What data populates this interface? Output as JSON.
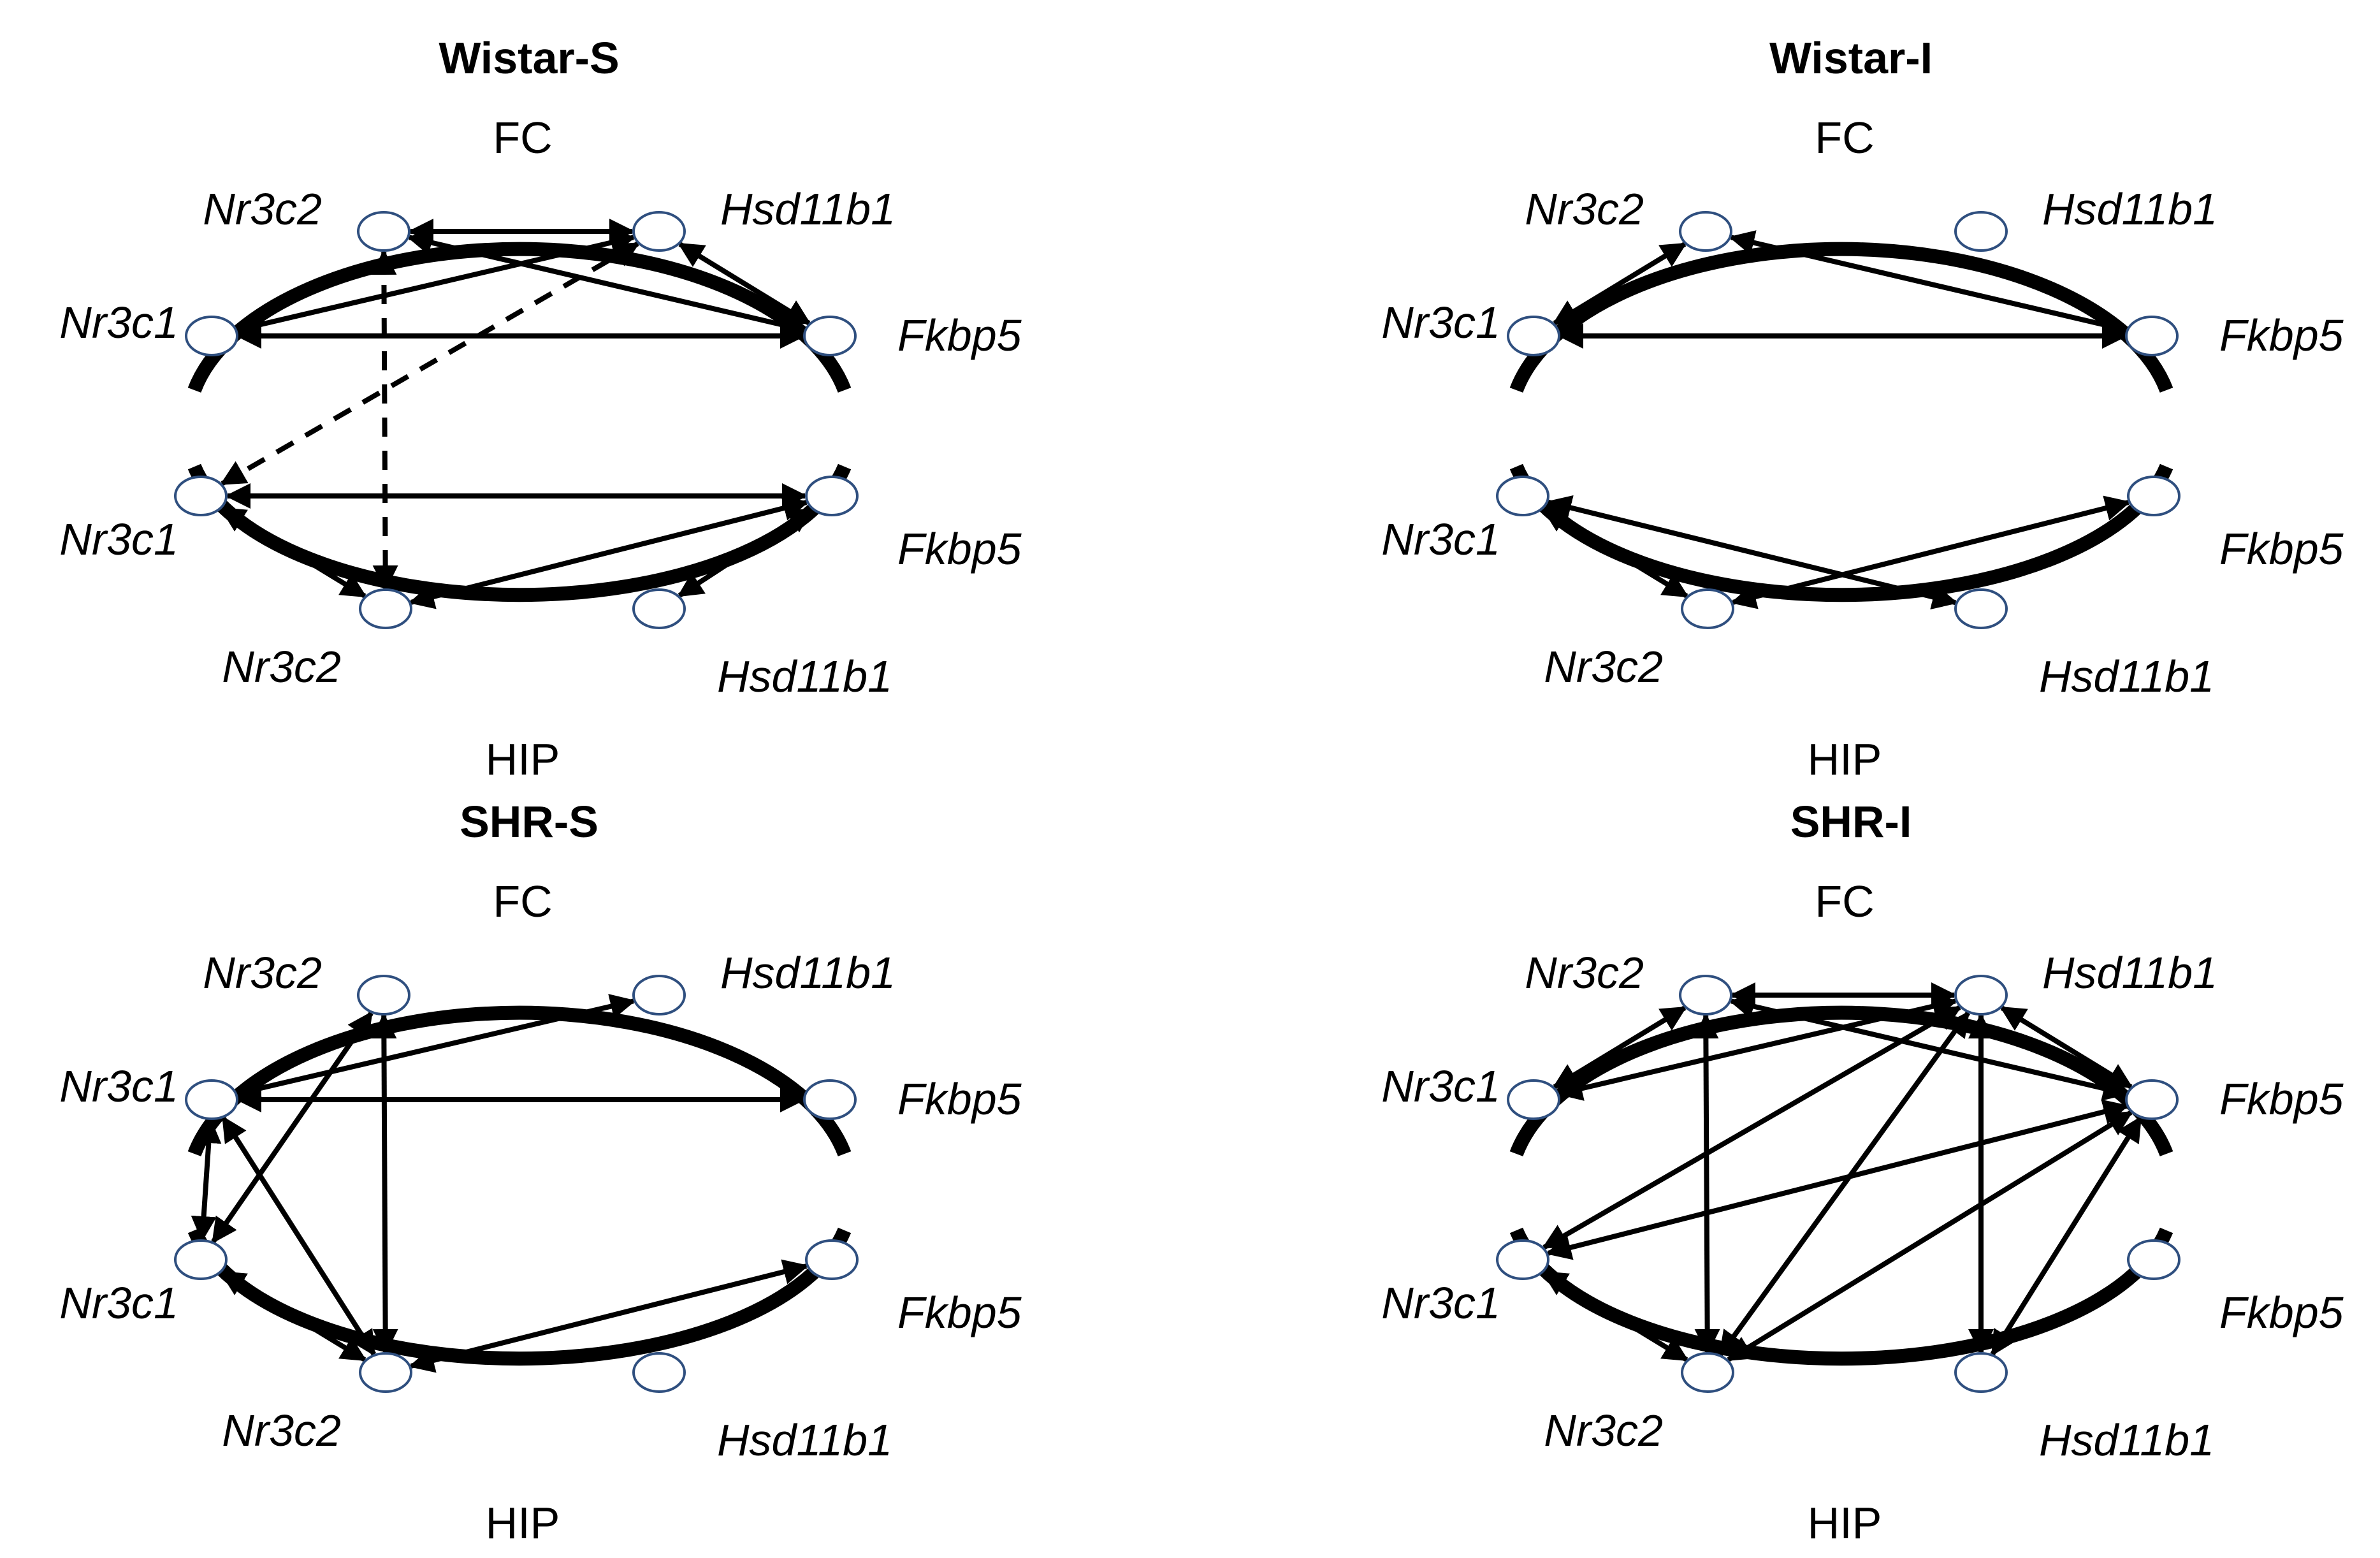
{
  "panels": [
    {
      "id": "wistar-s",
      "title": "Wistar-S",
      "top_label": "FC",
      "bottom_label": "HIP",
      "genes": {
        "fc_nr3c2": "Nr3c2",
        "fc_hsd11b1": "Hsd11b1",
        "fc_nr3c1": "Nr3c1",
        "fc_fkbp5": "Fkbp5",
        "hip_nr3c1": "Nr3c1",
        "hip_fkbp5": "Fkbp5",
        "hip_nr3c2": "Nr3c2",
        "hip_hsd11b1": "Hsd11b1"
      },
      "edges": [
        {
          "from": "FC_Nr3c1",
          "to": "FC_Fkbp5",
          "direction": "both"
        },
        {
          "from": "FC_Nr3c1",
          "to": "FC_Hsd11b1",
          "direction": "both"
        },
        {
          "from": "FC_Nr3c2",
          "to": "FC_Hsd11b1",
          "direction": "both"
        },
        {
          "from": "FC_Nr3c2",
          "to": "FC_Fkbp5",
          "direction": "both"
        },
        {
          "from": "FC_Hsd11b1",
          "to": "FC_Fkbp5",
          "direction": "both"
        },
        {
          "from": "FC_Nr3c2",
          "to": "HIP_Nr3c2",
          "direction": "both",
          "style": "dashed"
        },
        {
          "from": "FC_Hsd11b1",
          "to": "HIP_Nr3c1",
          "direction": "both",
          "style": "dashed"
        },
        {
          "from": "HIP_Nr3c1",
          "to": "HIP_Fkbp5",
          "direction": "both"
        },
        {
          "from": "HIP_Nr3c1",
          "to": "HIP_Nr3c2",
          "direction": "both"
        },
        {
          "from": "HIP_Nr3c2",
          "to": "HIP_Fkbp5",
          "direction": "both"
        },
        {
          "from": "HIP_Fkbp5",
          "to": "HIP_Hsd11b1",
          "direction": "both"
        }
      ]
    },
    {
      "id": "wistar-i",
      "title": "Wistar-I",
      "top_label": "FC",
      "bottom_label": "HIP",
      "genes": {
        "fc_nr3c2": "Nr3c2",
        "fc_hsd11b1": "Hsd11b1",
        "fc_nr3c1": "Nr3c1",
        "fc_fkbp5": "Fkbp5",
        "hip_nr3c1": "Nr3c1",
        "hip_fkbp5": "Fkbp5",
        "hip_nr3c2": "Nr3c2",
        "hip_hsd11b1": "Hsd11b1"
      },
      "edges": [
        {
          "from": "FC_Nr3c1",
          "to": "FC_Nr3c2",
          "direction": "both"
        },
        {
          "from": "FC_Nr3c1",
          "to": "FC_Fkbp5",
          "direction": "both"
        },
        {
          "from": "FC_Nr3c2",
          "to": "FC_Fkbp5",
          "direction": "both"
        },
        {
          "from": "HIP_Nr3c1",
          "to": "HIP_Nr3c2",
          "direction": "both"
        },
        {
          "from": "HIP_Nr3c1",
          "to": "HIP_Hsd11b1",
          "direction": "both"
        },
        {
          "from": "HIP_Nr3c2",
          "to": "HIP_Fkbp5",
          "direction": "both"
        }
      ]
    },
    {
      "id": "shr-s",
      "title": "SHR-S",
      "top_label": "FC",
      "bottom_label": "HIP",
      "genes": {
        "fc_nr3c2": "Nr3c2",
        "fc_hsd11b1": "Hsd11b1",
        "fc_nr3c1": "Nr3c1",
        "fc_fkbp5": "Fkbp5",
        "hip_nr3c1": "Nr3c1",
        "hip_fkbp5": "Fkbp5",
        "hip_nr3c2": "Nr3c2",
        "hip_hsd11b1": "Hsd11b1"
      },
      "edges": [
        {
          "from": "FC_Nr3c1",
          "to": "FC_Hsd11b1",
          "direction": "both"
        },
        {
          "from": "FC_Nr3c1",
          "to": "FC_Fkbp5",
          "direction": "both"
        },
        {
          "from": "FC_Nr3c1",
          "to": "HIP_Nr3c1",
          "direction": "both"
        },
        {
          "from": "FC_Nr3c1",
          "to": "HIP_Nr3c2",
          "direction": "both"
        },
        {
          "from": "FC_Nr3c2",
          "to": "HIP_Nr3c1",
          "direction": "both"
        },
        {
          "from": "FC_Nr3c2",
          "to": "HIP_Nr3c2",
          "direction": "both"
        },
        {
          "from": "HIP_Nr3c1",
          "to": "HIP_Nr3c2",
          "direction": "both"
        },
        {
          "from": "HIP_Nr3c2",
          "to": "HIP_Fkbp5",
          "direction": "both"
        }
      ]
    },
    {
      "id": "shr-i",
      "title": "SHR-I",
      "top_label": "FC",
      "bottom_label": "HIP",
      "genes": {
        "fc_nr3c2": "Nr3c2",
        "fc_hsd11b1": "Hsd11b1",
        "fc_nr3c1": "Nr3c1",
        "fc_fkbp5": "Fkbp5",
        "hip_nr3c1": "Nr3c1",
        "hip_fkbp5": "Fkbp5",
        "hip_nr3c2": "Nr3c2",
        "hip_hsd11b1": "Hsd11b1"
      },
      "edges": [
        {
          "from": "FC_Nr3c1",
          "to": "FC_Nr3c2",
          "direction": "both"
        },
        {
          "from": "FC_Nr3c1",
          "to": "FC_Hsd11b1",
          "direction": "both"
        },
        {
          "from": "FC_Nr3c2",
          "to": "FC_Hsd11b1",
          "direction": "both"
        },
        {
          "from": "FC_Nr3c2",
          "to": "FC_Fkbp5",
          "direction": "both"
        },
        {
          "from": "FC_Hsd11b1",
          "to": "FC_Fkbp5",
          "direction": "both"
        },
        {
          "from": "FC_Nr3c2",
          "to": "HIP_Nr3c2",
          "direction": "both"
        },
        {
          "from": "FC_Hsd11b1",
          "to": "HIP_Nr3c1",
          "direction": "both"
        },
        {
          "from": "FC_Hsd11b1",
          "to": "HIP_Nr3c2",
          "direction": "both"
        },
        {
          "from": "FC_Hsd11b1",
          "to": "HIP_Hsd11b1",
          "direction": "both"
        },
        {
          "from": "FC_Fkbp5",
          "to": "HIP_Nr3c1",
          "direction": "both"
        },
        {
          "from": "FC_Fkbp5",
          "to": "HIP_Nr3c2",
          "direction": "both"
        },
        {
          "from": "FC_Fkbp5",
          "to": "HIP_Hsd11b1",
          "direction": "both"
        },
        {
          "from": "HIP_Nr3c1",
          "to": "HIP_Nr3c2",
          "direction": "both"
        }
      ]
    }
  ]
}
